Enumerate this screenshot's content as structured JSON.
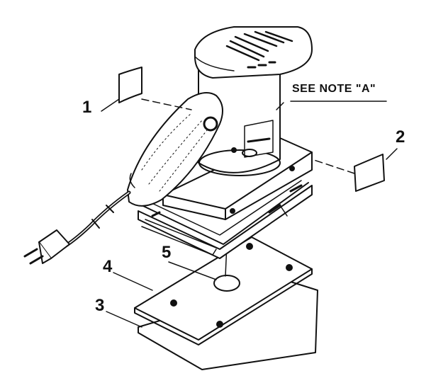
{
  "diagram": {
    "note_label": "SEE NOTE \"A\"",
    "parts": [
      {
        "number": "1"
      },
      {
        "number": "2"
      },
      {
        "number": "3"
      },
      {
        "number": "4"
      },
      {
        "number": "5"
      }
    ]
  }
}
